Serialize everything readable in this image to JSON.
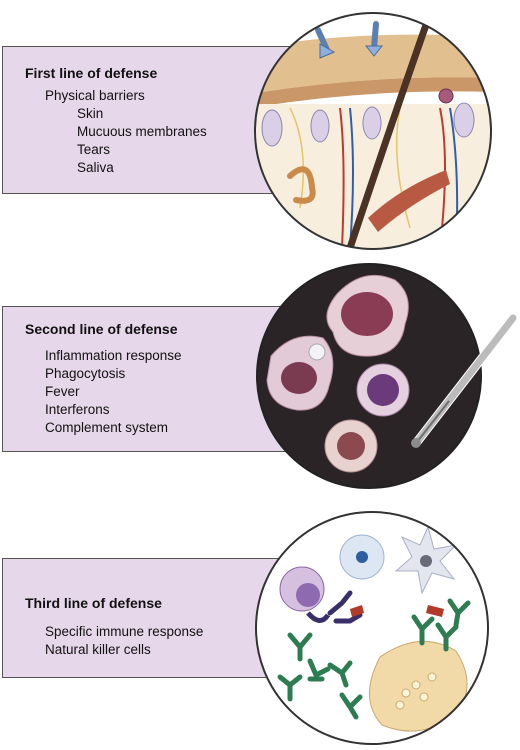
{
  "panels": [
    {
      "title": "First line of defense",
      "subtitle": "Physical barriers",
      "items": [
        "Skin",
        "Mucuous membranes",
        "Tears",
        "Saliva"
      ]
    },
    {
      "title": "Second line of defense",
      "items": [
        "Inflammation response",
        "Phagocytosis",
        "Fever",
        "Interferons",
        "Complement system"
      ]
    },
    {
      "title": "Third line of defense",
      "items": [
        "Specific immune response",
        "Natural killer cells"
      ]
    }
  ],
  "colors": {
    "panel_fill": "#e6d8ea",
    "skin": "#e8c9a0",
    "dark_circle": "#2a2427",
    "antibody": "#3a2f6b",
    "antigen": "#2e7d52",
    "marker": "#b23a2a"
  }
}
